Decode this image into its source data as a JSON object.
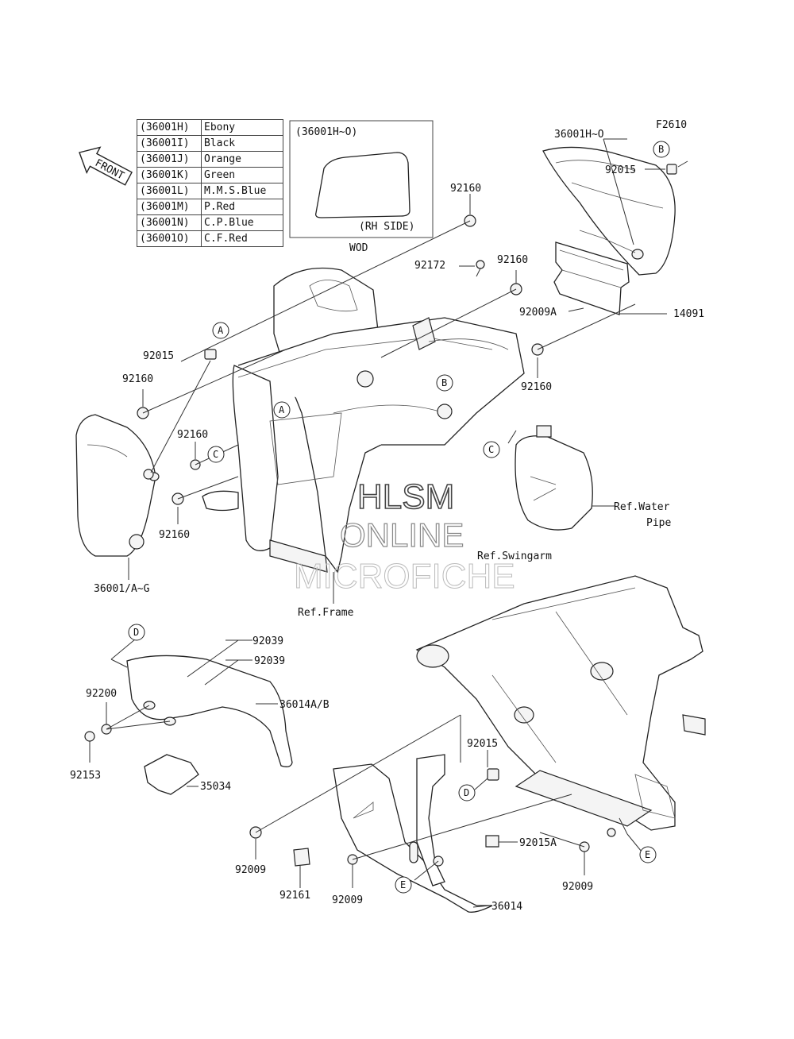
{
  "figure_code": "F2610",
  "front_label": "FRONT",
  "color_table": [
    {
      "code": "(36001H)",
      "name": "Ebony"
    },
    {
      "code": "(36001I)",
      "name": "Black"
    },
    {
      "code": "(36001J)",
      "name": "Orange"
    },
    {
      "code": "(36001K)",
      "name": "Green"
    },
    {
      "code": "(36001L)",
      "name": "M.M.S.Blue"
    },
    {
      "code": "(36001M)",
      "name": "P.Red"
    },
    {
      "code": "(36001N)",
      "name": "C.P.Blue"
    },
    {
      "code": "(36001O)",
      "name": "C.F.Red"
    }
  ],
  "inset": {
    "title": "(36001H~O)",
    "side": "(RH SIDE)",
    "caption": "WOD"
  },
  "labels": {
    "l_36001H0": "36001H~O",
    "l_92015_b": "92015",
    "l_92160_top": "92160",
    "l_92172": "92172",
    "l_92160_mid": "92160",
    "l_92009A": "92009A",
    "l_14091": "14091",
    "l_92160_r": "92160",
    "l_92015_a": "92015",
    "l_92160_l1": "92160",
    "l_92160_l2": "92160",
    "l_92160_l3": "92160",
    "l_36001AG": "36001/A~G",
    "l_ref_water1": "Ref.Water",
    "l_ref_water2": "Pipe",
    "l_ref_swingarm": "Ref.Swingarm",
    "l_ref_frame": "Ref.Frame",
    "l_92039_1": "92039",
    "l_92039_2": "92039",
    "l_92200": "92200",
    "l_36014AB": "36014A/B",
    "l_92153": "92153",
    "l_35034": "35034",
    "l_92015_c": "92015",
    "l_92015A": "92015A",
    "l_92009_l": "92009",
    "l_92161": "92161",
    "l_92009_m": "92009",
    "l_92009_r": "92009",
    "l_36014": "36014"
  },
  "callouts": {
    "a1": "A",
    "a2": "A",
    "b1": "B",
    "b2": "B",
    "c1": "C",
    "c2": "C",
    "d1": "D",
    "d2": "D",
    "e1": "E",
    "e2": "E"
  },
  "watermark": {
    "line1": "HLSM",
    "line2": "ONLINE",
    "line3": "MICROFICHE"
  }
}
